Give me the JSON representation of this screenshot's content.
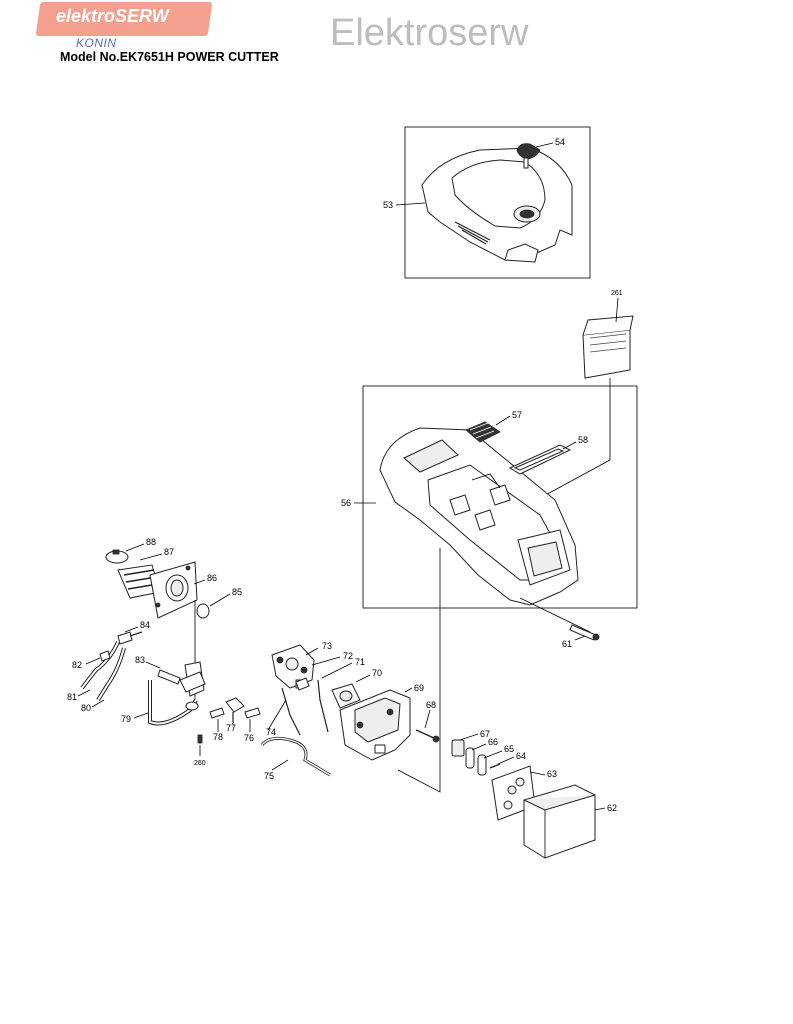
{
  "header": {
    "logo_main": "elektroSERW",
    "logo_sub": "KONIN",
    "watermark": "Elektroserw",
    "model_title": "Model No.EK7651H POWER CUTTER"
  },
  "callouts": {
    "c54": "54",
    "c53": "53",
    "c261": "261",
    "c57": "57",
    "c58": "58",
    "c56": "56",
    "c61": "61",
    "c88": "88",
    "c87": "87",
    "c86": "86",
    "c85": "85",
    "c84": "84",
    "c82": "82",
    "c83": "83",
    "c81": "81",
    "c80": "80",
    "c79": "79",
    "c73": "73",
    "c72": "72",
    "c71": "71",
    "c70": "70",
    "c69": "69",
    "c68": "68",
    "c74": "74",
    "c77": "77",
    "c78": "78",
    "c76": "76",
    "c260": "260",
    "c75": "75",
    "c67": "67",
    "c66": "66",
    "c65": "65",
    "c64": "64",
    "c63": "63",
    "c62": "62"
  },
  "colors": {
    "logo_bg": "#f4a08f",
    "logo_sub": "#5a6fbf",
    "watermark": "#bdbdbd"
  }
}
